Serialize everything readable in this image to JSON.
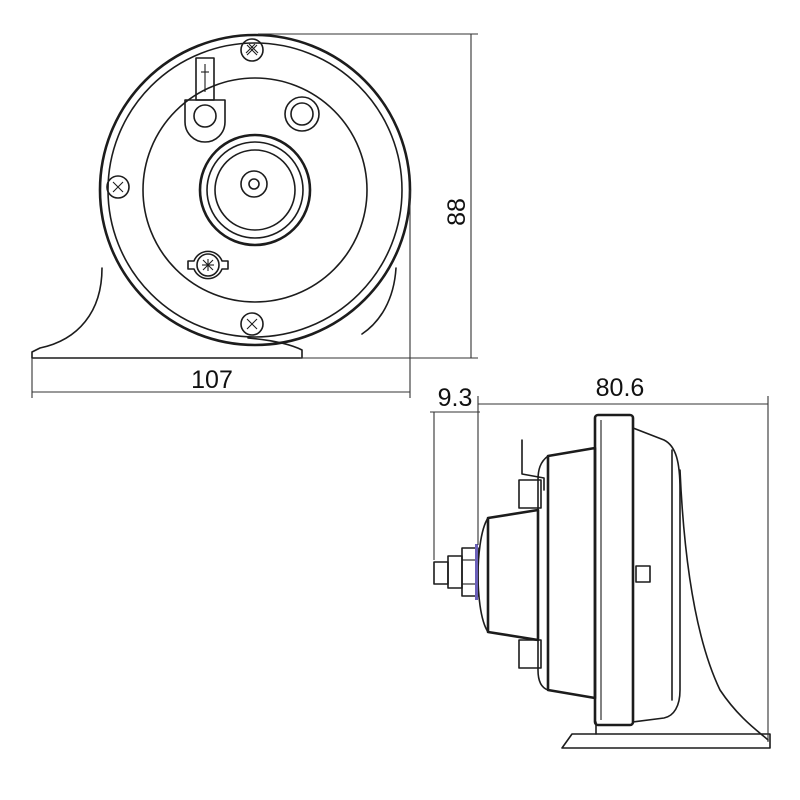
{
  "dimensions": {
    "width": "107",
    "height": "88",
    "terminal_offset": "9.3",
    "depth": "80.6"
  },
  "colors": {
    "line": "#1c1c1c",
    "dimension": "#333333",
    "background": "#ffffff"
  },
  "icons": {
    "screw": "cross-screw-icon",
    "terminal": "spade-terminal-icon"
  }
}
